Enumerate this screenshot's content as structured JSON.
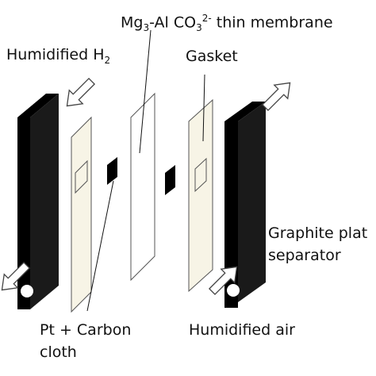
{
  "labels": {
    "membrane": {
      "pre": "Mg",
      "sub1": "3",
      "mid": "-Al CO",
      "sub2": "3",
      "sup2": "2-",
      "post": " thin membrane"
    },
    "humidified_h2": {
      "text": "Humidified H",
      "sub": "2"
    },
    "gasket": "Gasket",
    "graphite_line1": "Graphite plat",
    "graphite_line2": "separator",
    "pt_carbon_line1": "Pt + Carbon",
    "pt_carbon_line2": "cloth",
    "humidified_air": "Humidified air"
  },
  "colors": {
    "plate": "#000000",
    "gasket_fill": "#f7f4e6",
    "membrane_fill": "#ffffff",
    "outline": "#555555",
    "arrow_fill": "#ffffff"
  },
  "icons": [
    "inlet-arrow-icon",
    "outlet-arrow-icon"
  ]
}
